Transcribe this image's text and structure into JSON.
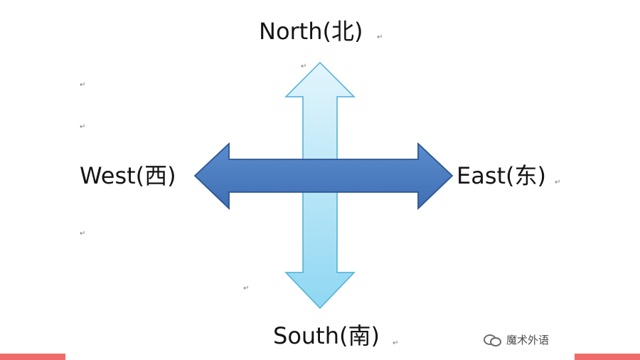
{
  "diagram": {
    "labels": {
      "north": "North(北)",
      "south": "South(南)",
      "west": "West(西)",
      "east": "East(东)"
    },
    "return_mark": "↵",
    "watermark": {
      "text": "魔术外语",
      "icon": "wechat-icon"
    },
    "colors": {
      "vertical_arrow_top": "#d8f1fb",
      "vertical_arrow_bottom": "#8fd7f2",
      "vertical_arrow_stroke": "#4aaed7",
      "horizontal_arrow_fill": "#4f7fc2",
      "horizontal_arrow_stroke": "#2b5592",
      "accent_bar": "#ee6b69"
    }
  }
}
